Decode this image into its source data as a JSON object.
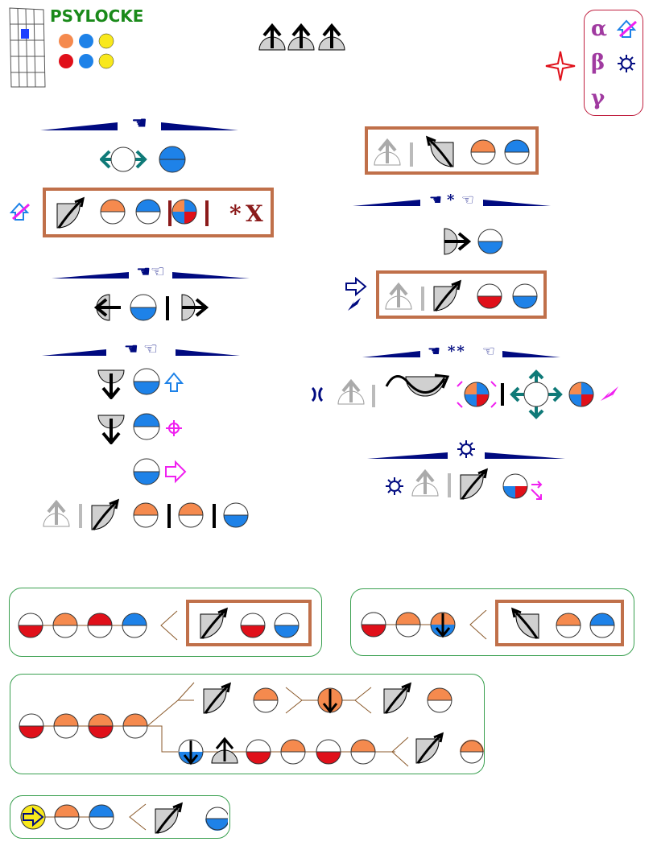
{
  "character": {
    "name": "PSYLOCKE"
  },
  "assist_labels": {
    "alpha": "α",
    "beta": "β",
    "gamma": "γ"
  },
  "moves": {
    "psy_blast_suffix_star": "*",
    "psy_blast_suffix_x": "X",
    "psi_throw_stars_1": "*",
    "psi_throw_stars_2": "**"
  },
  "colors": {
    "title_green": "#1a8a1a",
    "box_border": "#c0704a",
    "panel_border": "#3aa050",
    "ribbon_navy": "#000a80",
    "orange": "#f58a4e",
    "blue": "#1e82e8",
    "red": "#e0101a",
    "yellow": "#f8e81c",
    "teal": "#0f7a78",
    "magenta": "#f020f0",
    "assist_purple": "#a03aa0"
  },
  "icons": [
    "grid-position-icon",
    "jump-arrow-icon",
    "half-circle-icon",
    "launcher-arc-icon",
    "down-arrow-icon",
    "hand-icon",
    "teleport-icon",
    "star-icon",
    "flower-icon"
  ]
}
